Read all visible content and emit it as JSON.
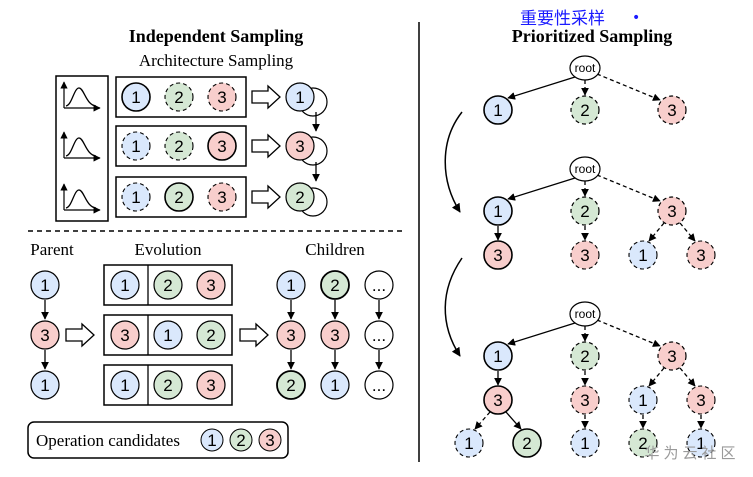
{
  "left": {
    "title": "Independent Sampling",
    "arch_title": "Architecture Sampling",
    "parent_label": "Parent",
    "evolution_label": "Evolution",
    "children_label": "Children",
    "candidates_label": "Operation candidates",
    "arch_rows": [
      {
        "ops": [
          "1",
          "2",
          "3"
        ],
        "selected": 0
      },
      {
        "ops": [
          "1",
          "2",
          "3"
        ],
        "selected": 2
      },
      {
        "ops": [
          "1",
          "2",
          "3"
        ],
        "selected": 1
      }
    ],
    "arch_chain": [
      "1",
      "3",
      "2"
    ],
    "parent_chain": [
      "1",
      "3",
      "1"
    ],
    "evo_rows": [
      [
        "1",
        "2",
        "3"
      ],
      [
        "3",
        "1",
        "2"
      ],
      [
        "1",
        "2",
        "3"
      ]
    ],
    "children": [
      [
        "1",
        "3",
        "2"
      ],
      [
        "2",
        "3",
        "1"
      ],
      [
        "...",
        "...",
        "..."
      ]
    ],
    "candidates": [
      "1",
      "2",
      "3"
    ]
  },
  "right": {
    "title": "Prioritized Sampling",
    "watermark": "重要性采样",
    "bullet": "•",
    "root_label": "root",
    "level1": [
      "1",
      "2",
      "3"
    ],
    "level2": [
      "3",
      "3",
      "1",
      "3"
    ],
    "level3": [
      "1",
      "2",
      "1",
      "2",
      "1"
    ]
  },
  "footer_watermark": "华为云社区",
  "colors": {
    "blue": "#dae8fc",
    "green": "#d5e8d4",
    "red": "#f8cecc",
    "accent": "#1a1aff"
  }
}
